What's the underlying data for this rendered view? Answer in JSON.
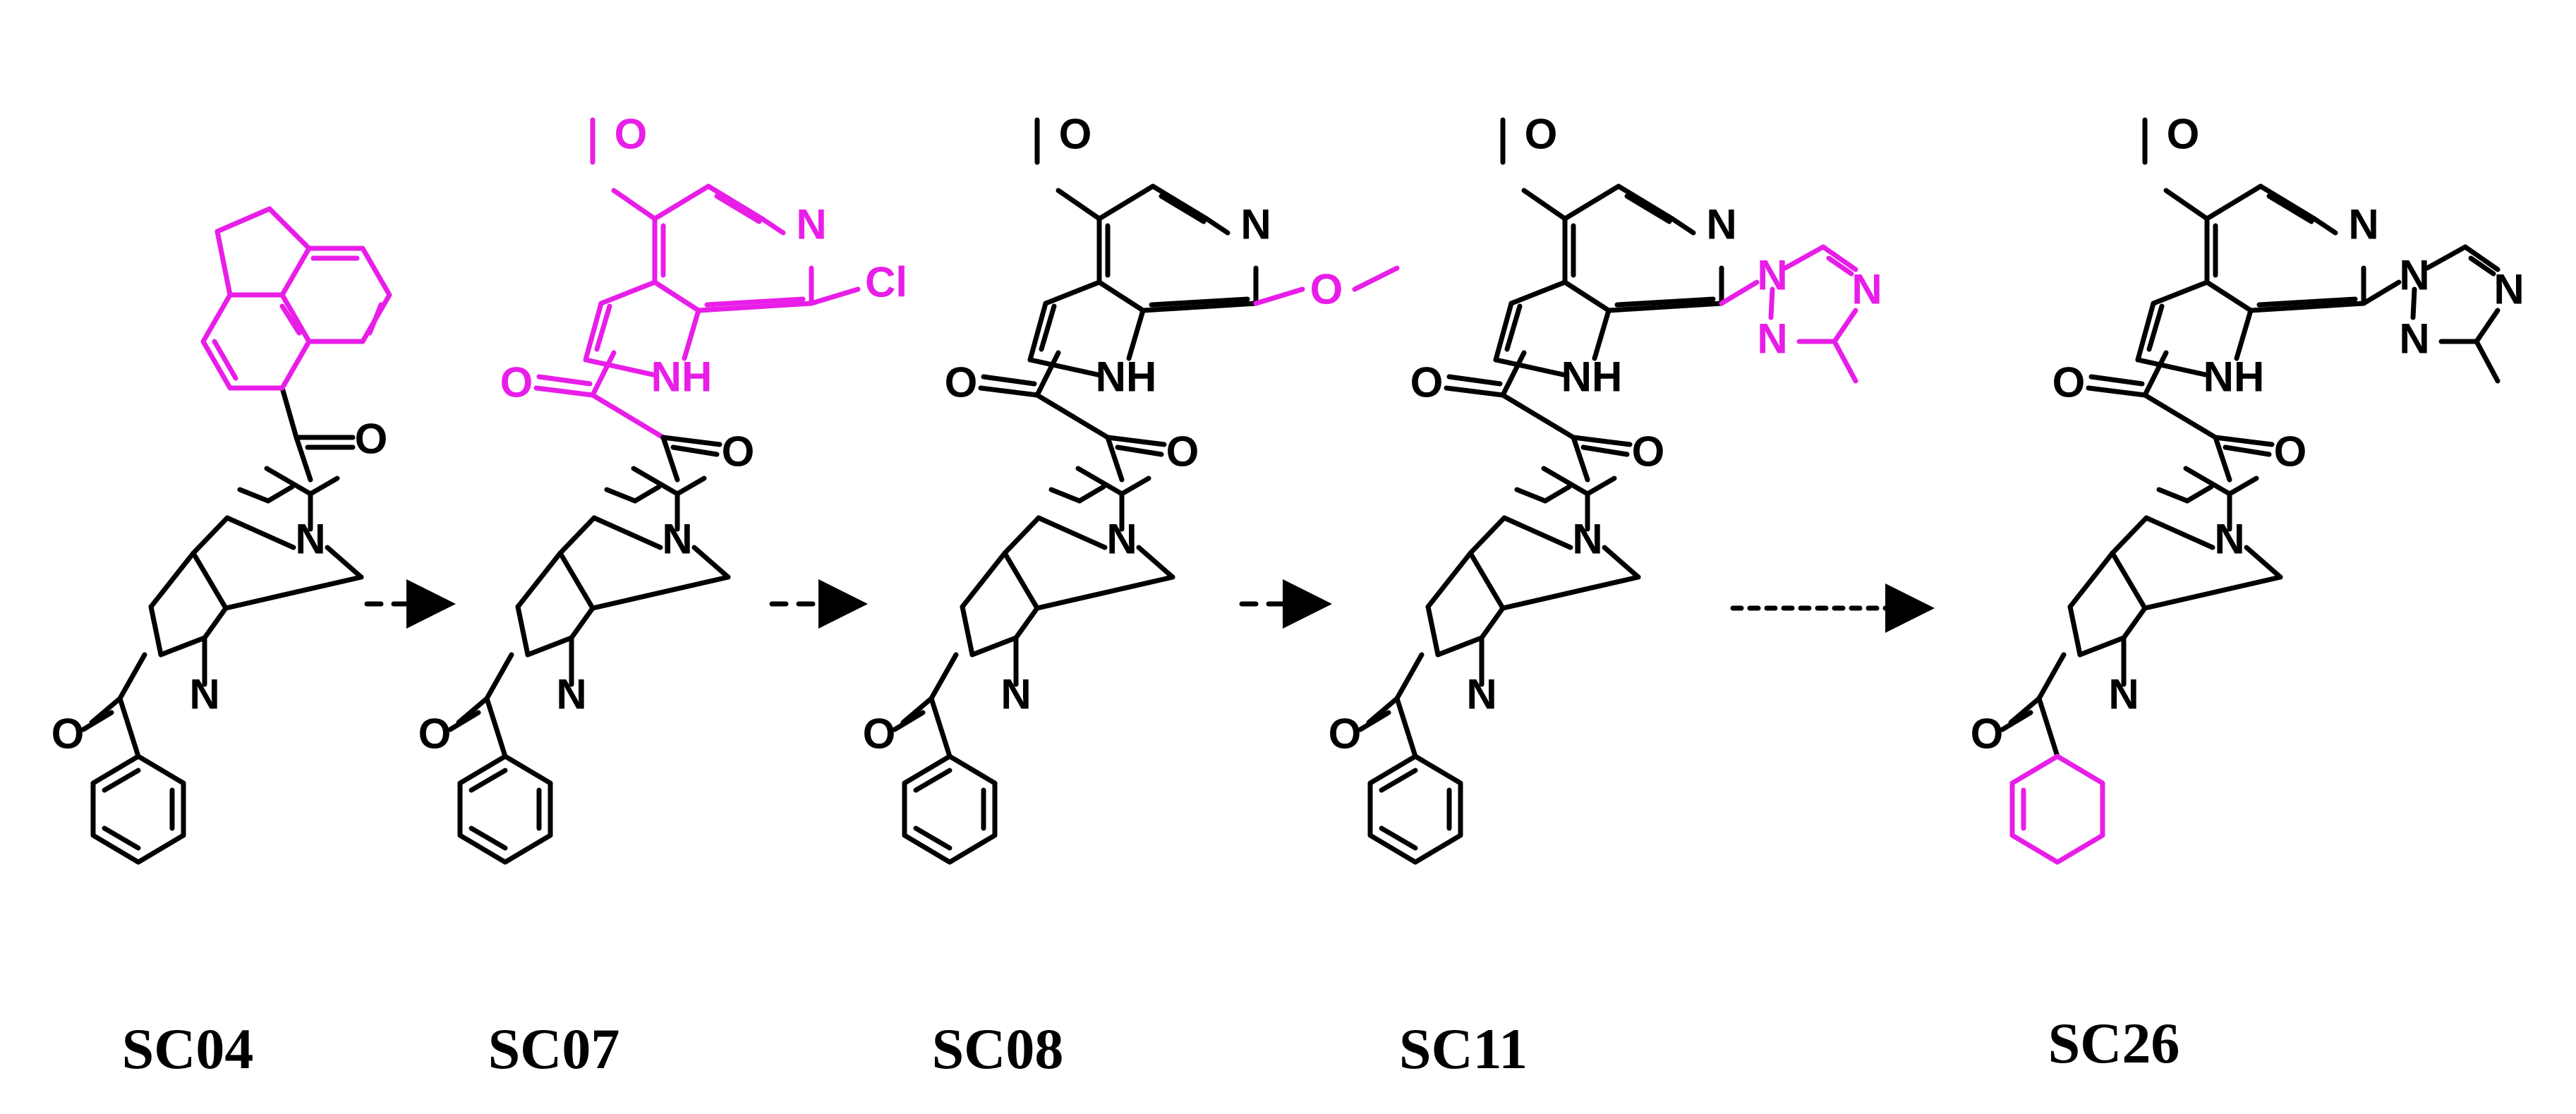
{
  "colors": {
    "bond": "#000000",
    "highlight": "#e81ee8"
  },
  "compounds": [
    {
      "id": "SC04"
    },
    {
      "id": "SC07"
    },
    {
      "id": "SC08"
    },
    {
      "id": "SC11"
    },
    {
      "id": "SC26"
    }
  ],
  "atoms": {
    "N": "N",
    "O": "O",
    "NH": "NH",
    "Cl": "Cl"
  },
  "arrows": [
    {
      "from": "SC04",
      "to": "SC07",
      "style": "dashed"
    },
    {
      "from": "SC07",
      "to": "SC08",
      "style": "dashed"
    },
    {
      "from": "SC08",
      "to": "SC11",
      "style": "dashed"
    },
    {
      "from": "SC11",
      "to": "SC26",
      "style": "dotted"
    }
  ]
}
